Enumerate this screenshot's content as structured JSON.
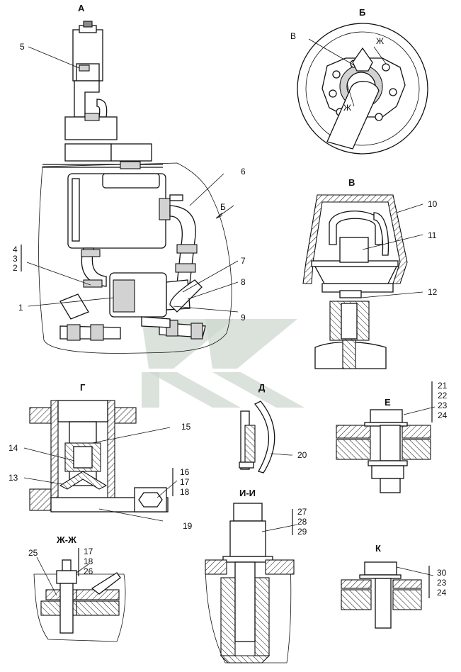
{
  "views": {
    "a": "А",
    "b": "Б",
    "v": "В",
    "g": "Г",
    "d": "Д",
    "e": "Е",
    "zh_zh": "Ж-Ж",
    "i_i": "И-И",
    "k": "К"
  },
  "marks": {
    "b_arrow": "Б",
    "v_pointer": "В",
    "zh_top": "Ж",
    "zh_mid": "Ж"
  },
  "callouts": {
    "c1": "1",
    "c2": "2",
    "c3": "3",
    "c4": "4",
    "c5": "5",
    "c6": "6",
    "c7": "7",
    "c8": "8",
    "c9": "9",
    "c10": "10",
    "c11": "11",
    "c12": "12",
    "c13": "13",
    "c14": "14",
    "c15": "15",
    "c16": "16",
    "c17": "17",
    "c18": "18",
    "c19": "19",
    "c20": "20",
    "e21": "21",
    "e22": "22",
    "e23": "23",
    "e24": "24",
    "zh17": "17",
    "zh18": "18",
    "zh25": "25",
    "zh26": "26",
    "i27": "27",
    "i28": "28",
    "i29": "29",
    "k30": "30",
    "k23": "23",
    "k24": "24"
  }
}
